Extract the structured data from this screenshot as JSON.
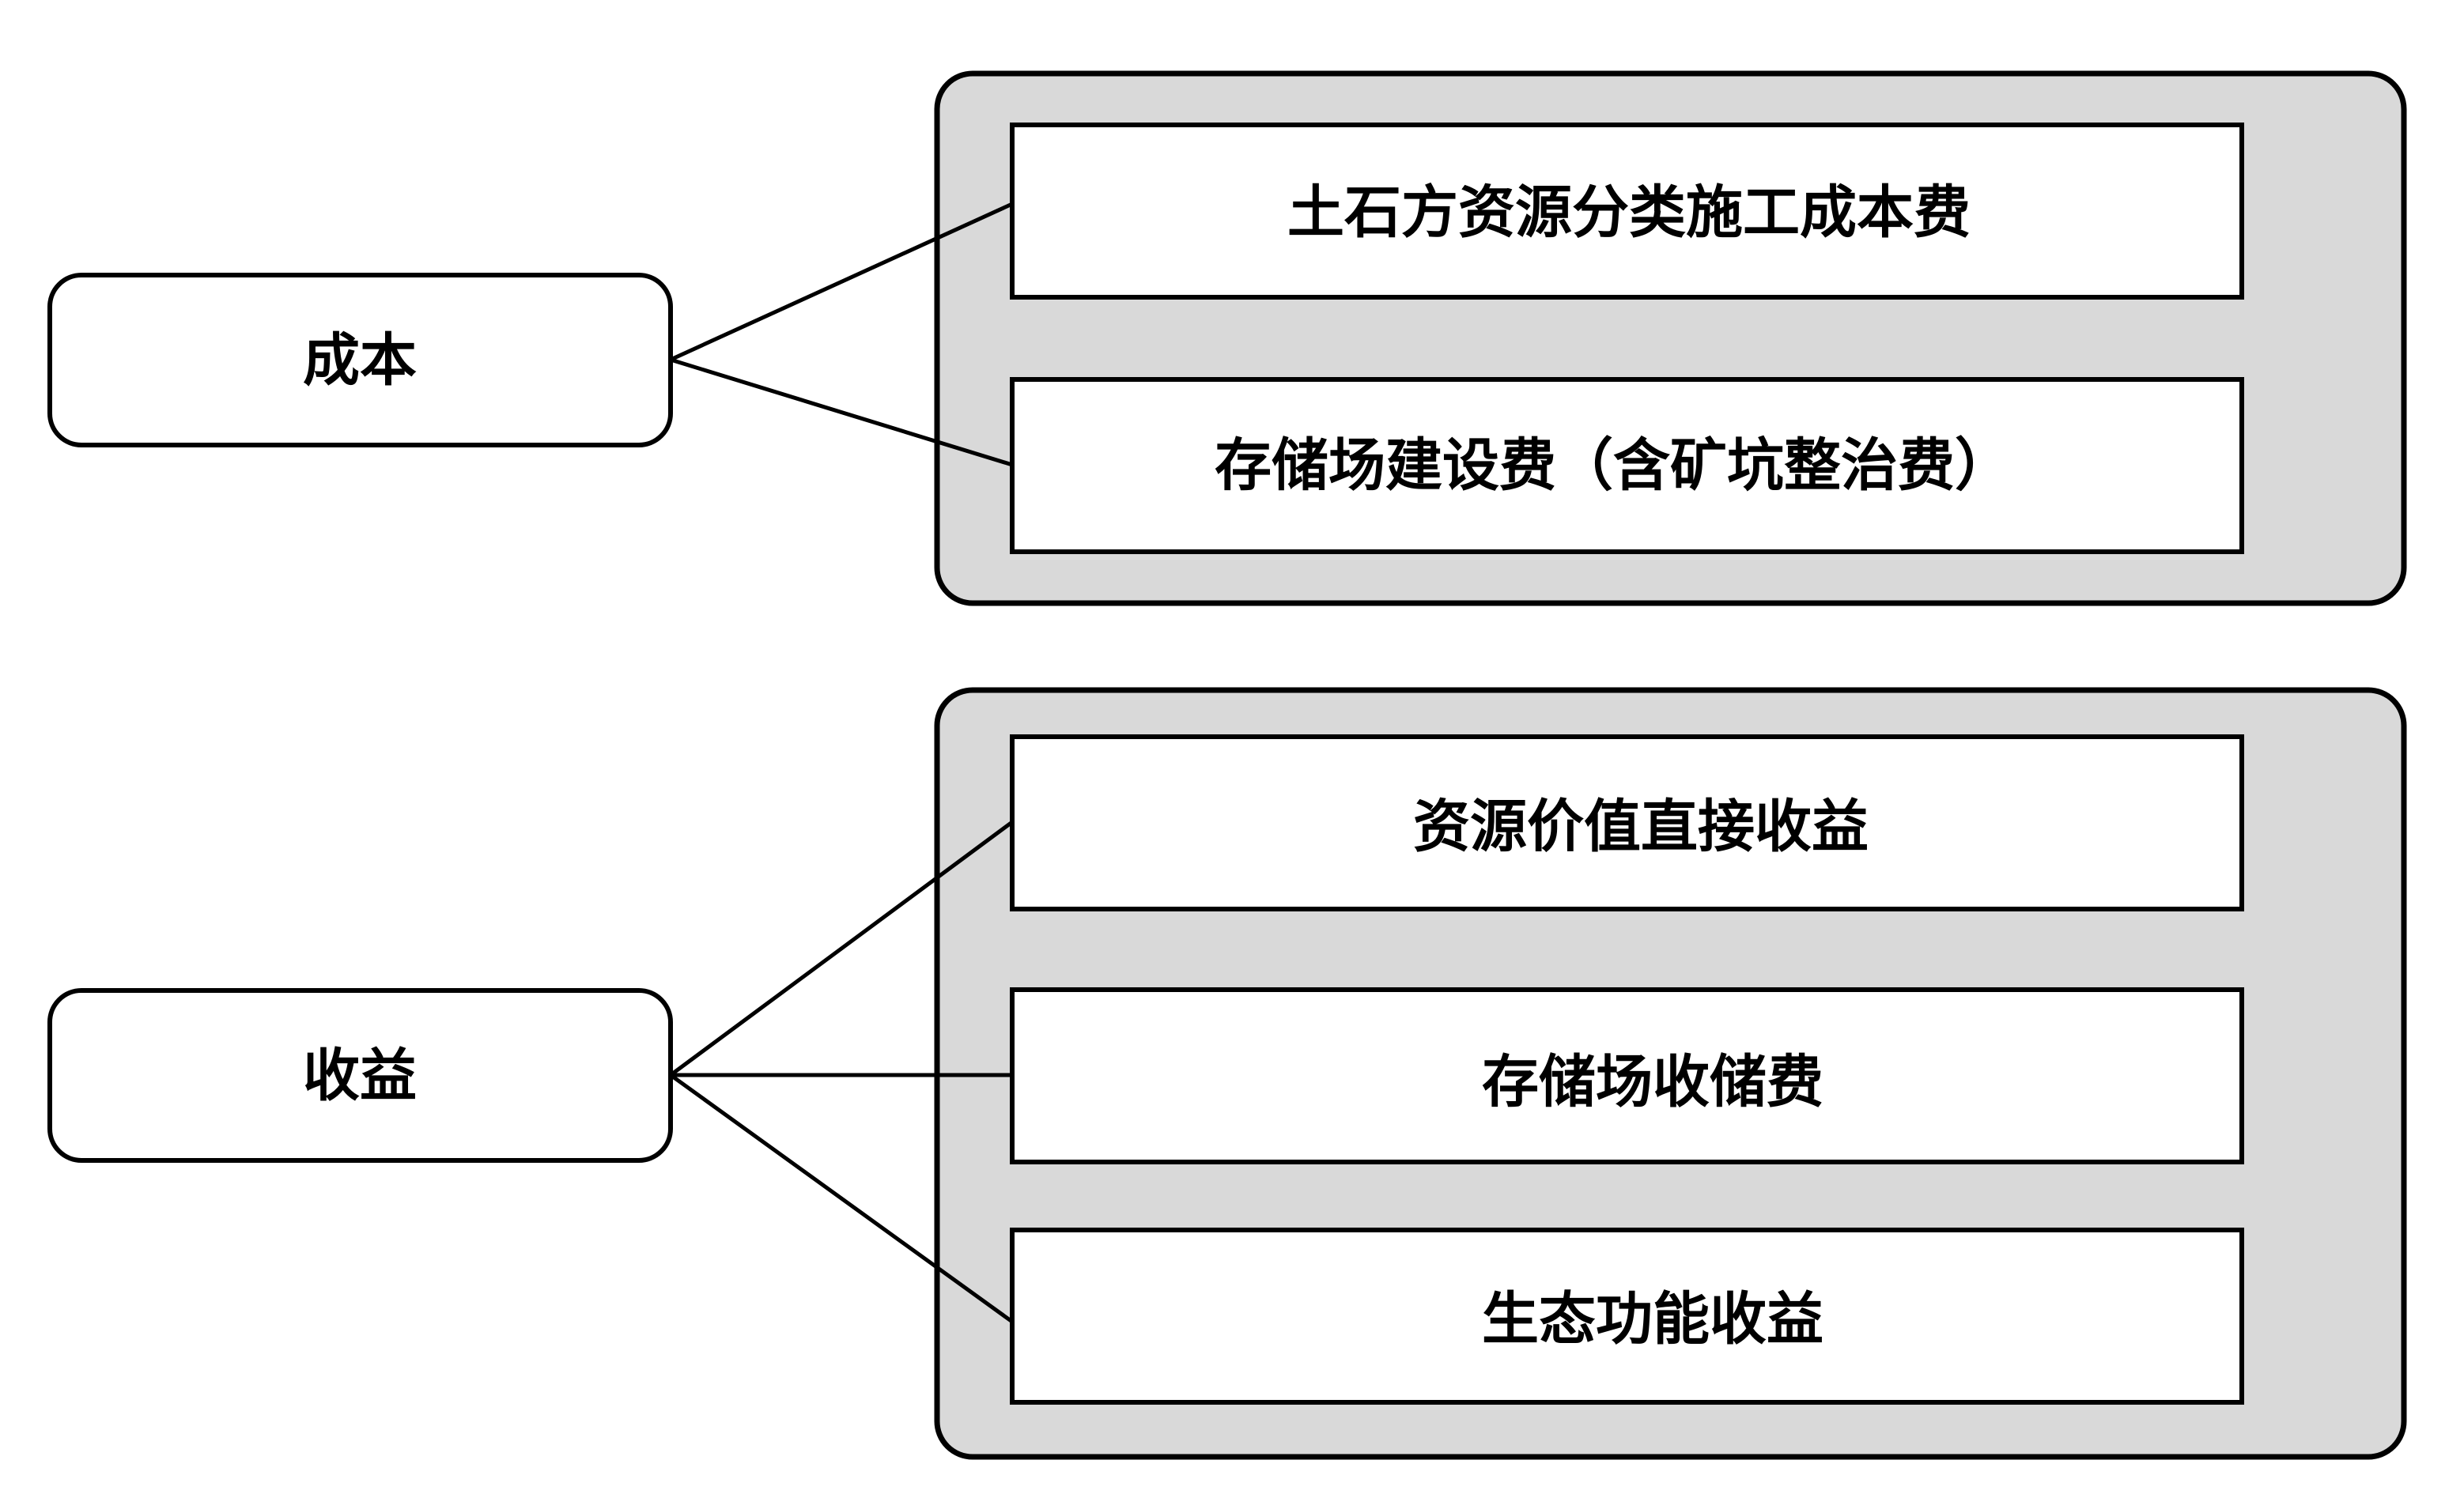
{
  "diagram": {
    "groups": [
      {
        "label": "成本",
        "items": [
          "土石方资源分类施工成本费",
          "存储场建设费（含矿坑整治费）"
        ]
      },
      {
        "label": "收益",
        "items": [
          "资源价值直接收益",
          "存储场收储费",
          "生态功能收益"
        ]
      }
    ]
  }
}
